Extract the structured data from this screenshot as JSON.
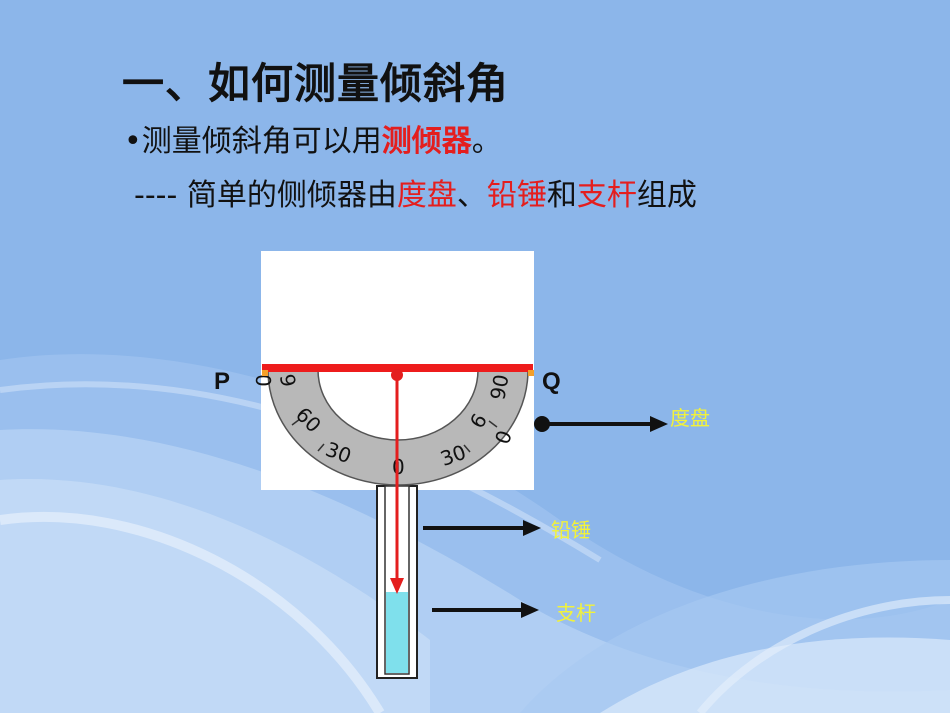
{
  "slide": {
    "title": "一、如何测量倾斜角",
    "line1": {
      "bullet": "•",
      "text_a": "测量倾斜角可以用",
      "text_red": "测倾器",
      "text_b": "。"
    },
    "line2": {
      "dashes": "----",
      "text_a": " 简单的侧倾器由",
      "red_1": "度盘",
      "sep_1": "、",
      "red_2": "铅锤",
      "sep_2": "和",
      "red_3": "支杆",
      "text_b": "组成"
    }
  },
  "figure": {
    "point_p": "P",
    "point_q": "Q",
    "scale_labels": {
      "left_0": "0",
      "left_90": "9",
      "left_60": "60",
      "left_30": "30",
      "bottom_0": "0",
      "right_30": "30",
      "right_60": "6",
      "right_90": "90",
      "right_0": "0"
    },
    "callouts": {
      "dial": "度盘",
      "plumb": "铅锤",
      "rod": "支杆"
    }
  },
  "colors": {
    "background": "#8cb6ea",
    "accent_red": "#e41e1e",
    "label_yellow": "#f2f23a",
    "dial_gray": "#b8b8b8",
    "rod_cyan": "#7fe0ec"
  }
}
